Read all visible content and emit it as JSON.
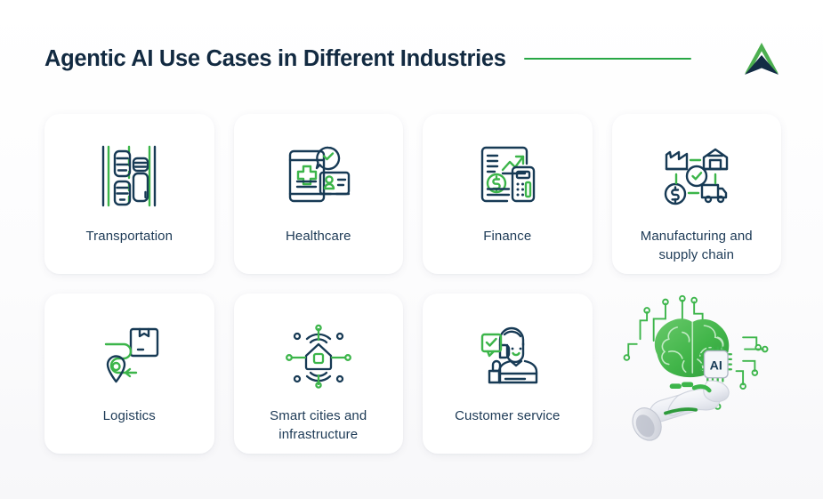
{
  "header": {
    "title": "Agentic AI Use Cases in Different Industries",
    "divider_color": "#28a745",
    "logo_name": "arrow-logo",
    "logo_colors": {
      "top": "#4caf50",
      "bottom": "#132c45"
    }
  },
  "theme": {
    "green": "#3cb54a",
    "navy": "#173a55",
    "card_bg": "#ffffff",
    "page_bg": "#fbfbfc",
    "label_color": "#1d3a56"
  },
  "cards": [
    {
      "label": "Transportation",
      "icon": "road-vehicles-icon"
    },
    {
      "label": "Healthcare",
      "icon": "medical-tablet-icon"
    },
    {
      "label": "Finance",
      "icon": "financial-report-calculator-icon"
    },
    {
      "label": "Manufacturing and supply chain",
      "icon": "factory-supply-chain-icon"
    },
    {
      "label": "Logistics",
      "icon": "package-route-pin-icon"
    },
    {
      "label": "Smart cities and infrastructure",
      "icon": "smart-home-network-icon"
    },
    {
      "label": "Customer service",
      "icon": "support-agent-icon"
    }
  ],
  "illustration": {
    "name": "robot-hand-ai-brain-illustration",
    "chip_label": "AI",
    "brain_color": "#4cbb4f",
    "circuit_color": "#3cb54a",
    "hand_color": "#f2f3f7"
  }
}
